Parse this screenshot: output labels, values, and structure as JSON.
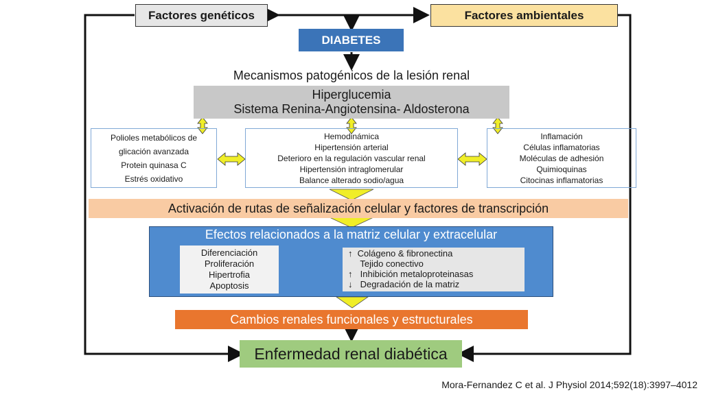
{
  "top_factors": {
    "genetic": "Factores genéticos",
    "environmental": "Factores ambientales"
  },
  "diabetes_label": "DIABETES",
  "mechanisms_heading": "Mecanismos patogénicos de la lesión renal",
  "main_mechanisms": {
    "line1": "Hiperglucemia",
    "line2": "Sistema Renina-Angiotensina- Aldosterona"
  },
  "mechanism_boxes": {
    "left": [
      "Polioles metabólicos de",
      "glicación avanzada",
      "Protein quinasa C",
      "Estrés oxidativo"
    ],
    "center": [
      "Hemodinámica",
      "Hipertensión arterial",
      "Deterioro en la regulación vascular renal",
      "Hipertensión intraglomerular",
      "Balance alterado sodio/agua"
    ],
    "right": [
      "Inflamación",
      "Células inflamatorias",
      "Moléculas de adhesión",
      "Quimioquinas",
      "Citocinas inflamatorias"
    ]
  },
  "signaling_banner": "Activación de rutas de señalización celular y factores de transcripción",
  "matrix_effects": {
    "title": "Efectos relacionados a la matriz celular y extracelular",
    "cell_effects": [
      "Diferenciación",
      "Proliferación",
      "Hipertrofia",
      "Apoptosis"
    ],
    "matrix_changes": [
      {
        "arrow": "↑",
        "text": "Colágeno & fibronectina"
      },
      {
        "arrow": "",
        "text": "Tejido conectivo"
      },
      {
        "arrow": "↑",
        "text": "Inhibición metaloproteinasas"
      },
      {
        "arrow": "↓",
        "text": "Degradación de la matriz"
      }
    ]
  },
  "renal_changes": "Cambios renales funcionales y estructurales",
  "outcome": "Enfermedad renal diabética",
  "citation": "Mora-Fernandez C et al. J Physiol 2014;592(18):3997–4012",
  "colors": {
    "genetic_bg": "#e6e6e6",
    "environmental_bg": "#fbe1a0",
    "diabetes_bg": "#3b74b8",
    "gray_band": "#c8c8c8",
    "box_border": "#7fa8d6",
    "peach": "#f9cba3",
    "matrix_blue": "#4f8bcf",
    "orange": "#e9762e",
    "green": "#9fcb7f",
    "arrow_yellow": "#f0ee28"
  }
}
